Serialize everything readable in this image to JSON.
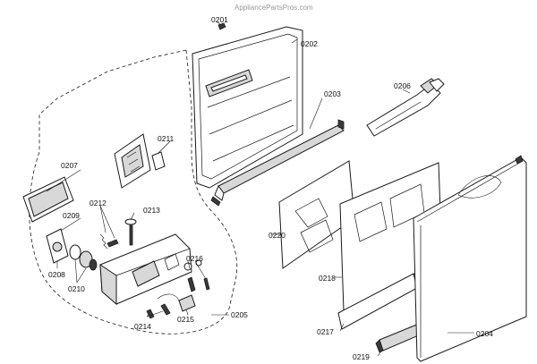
{
  "watermark": "AppliancePartsPros.com",
  "parts": {
    "p0201": "0201",
    "p0202": "0202",
    "p0203": "0203",
    "p0204": "0204",
    "p0205": "0205",
    "p0206": "0206",
    "p0207": "0207",
    "p0208": "0208",
    "p0209": "0209",
    "p0210": "0210",
    "p0211": "0211",
    "p0212": "0212",
    "p0213": "0213",
    "p0214": "0214",
    "p0215": "0215",
    "p0216": "0216",
    "p0217": "0217",
    "p0218": "0218",
    "p0219": "0219",
    "p0220": "0220"
  }
}
